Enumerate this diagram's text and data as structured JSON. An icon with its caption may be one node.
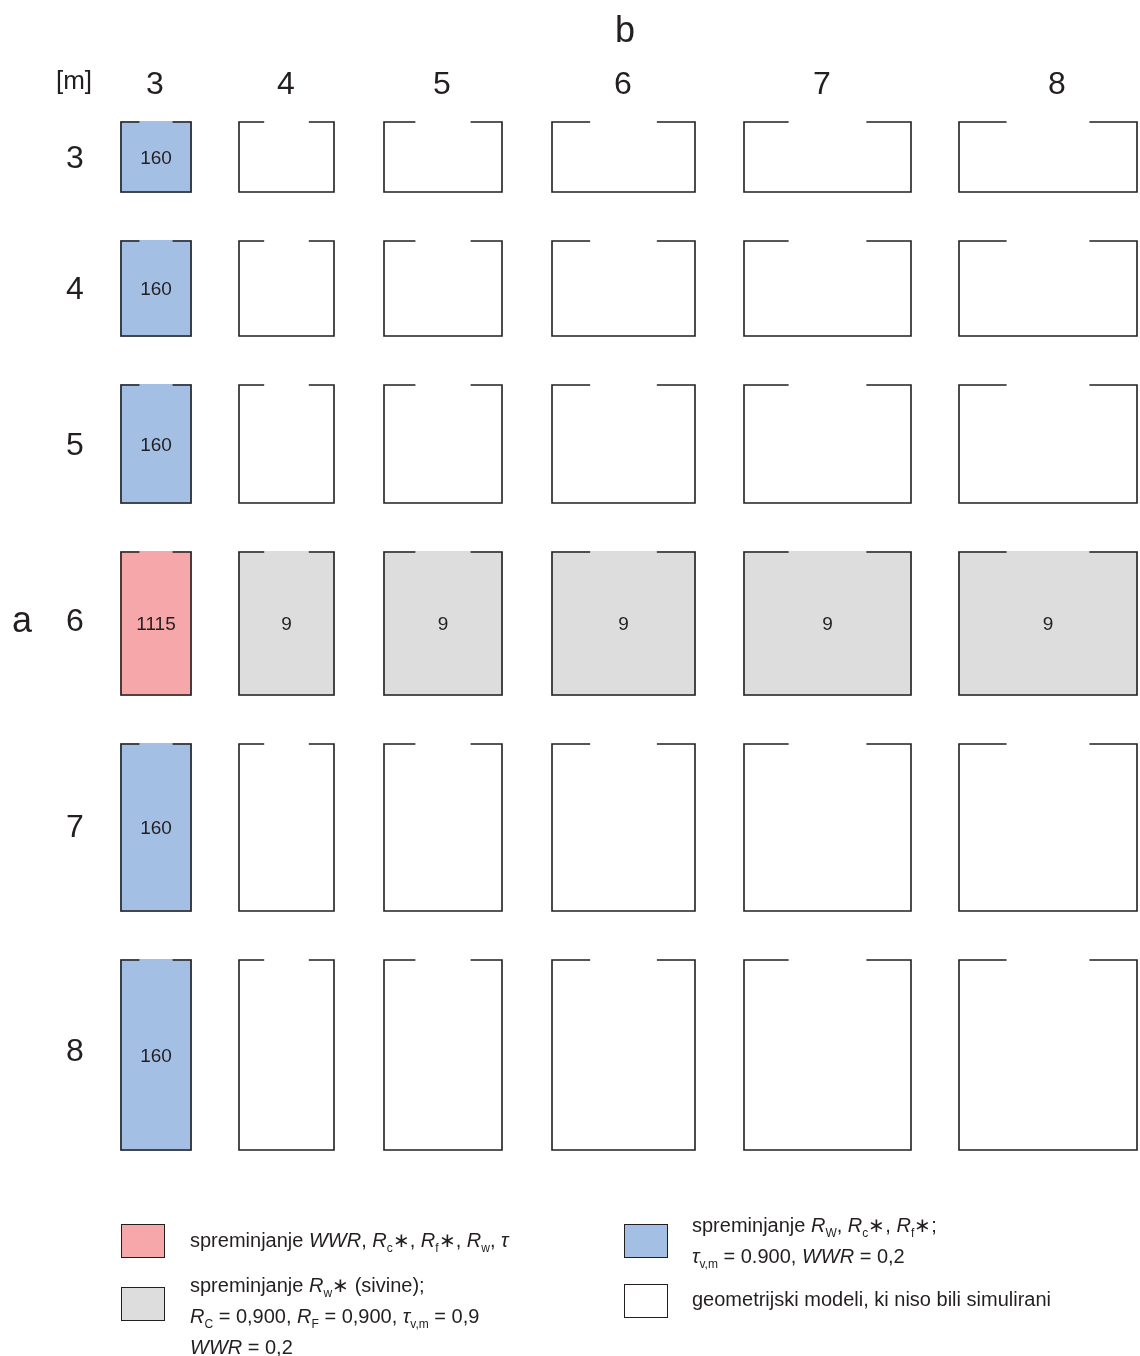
{
  "diagram": {
    "nodes": [
      {
        "text": [
          "160"
        ]
      },
      {
        "text": [],
        "shape": "box"
      },
      {
        "text": [],
        "shape": "box"
      },
      {
        "text": [],
        "shape": "box"
      },
      {
        "text": [],
        "shape": "box"
      },
      {
        "text": [],
        "shape": "box"
      },
      {
        "text": [
          "160"
        ]
      },
      {
        "text": [],
        "shape": "box"
      },
      {
        "text": [],
        "shape": "box"
      },
      {
        "text": [],
        "shape": "box"
      },
      {
        "text": [],
        "shape": "box"
      },
      {
        "text": [],
        "shape": "box"
      },
      {
        "text": [
          "160"
        ]
      },
      {
        "text": [],
        "shape": "box"
      },
      {
        "text": [],
        "shape": "box"
      },
      {
        "text": [],
        "shape": "box"
      },
      {
        "text": [],
        "shape": "box"
      },
      {
        "text": [],
        "shape": "box"
      },
      {
        "text": [
          "1115"
        ]
      },
      {
        "text": [
          "9"
        ]
      },
      {
        "text": [
          "9"
        ]
      },
      {
        "text": [
          "9"
        ]
      },
      {
        "text": [
          "9"
        ]
      },
      {
        "text": [
          "9"
        ]
      },
      {
        "text": [
          "160"
        ]
      },
      {
        "text": [],
        "shape": "box"
      },
      {
        "text": [],
        "shape": "box"
      },
      {
        "text": [],
        "shape": "box"
      },
      {
        "text": [],
        "shape": "box"
      },
      {
        "text": [],
        "shape": "box"
      },
      {
        "text": [
          "160"
        ]
      },
      {
        "text": [],
        "shape": "box"
      },
      {
        "text": [],
        "shape": "box"
      },
      {
        "text": [],
        "shape": "box"
      },
      {
        "text": [],
        "shape": "box"
      },
      {
        "text": [],
        "shape": "box"
      }
    ],
    "edges": [],
    "labels": [
      "b",
      "[m]",
      "3",
      "4",
      "5",
      "6",
      "7",
      "8",
      "3",
      "4",
      "5",
      "a",
      "6",
      "7",
      "8"
    ],
    "legend": [
      {
        "text": "spreminjanje *WWR*, *R*$_{c}$∗, *R*$_{f}$∗, *R*$_{w}$, *τ*",
        "color": "#f5a7a9"
      },
      {
        "text": "spreminjanje *R*$_{w}$∗ (sivine); *R*$_{C}$ = 0,900, *R*$_{F}$ = 0,900, *τ*$_{v,m}$ = 0,9 *WWR* = 0,2",
        "color": "#dcdddc"
      },
      {
        "text": "spreminjanje *R*$_{W}$, *R*$_{c}$∗, *R*$_{f}$∗; *τ*$_{v,m}$ = 0.900, *WWR* = 0,2",
        "color": "#a3bfe4"
      },
      {
        "text": "geometrijski modeli, ki niso bili simulirani",
        "color": "#ffffff"
      }
    ]
  }
}
